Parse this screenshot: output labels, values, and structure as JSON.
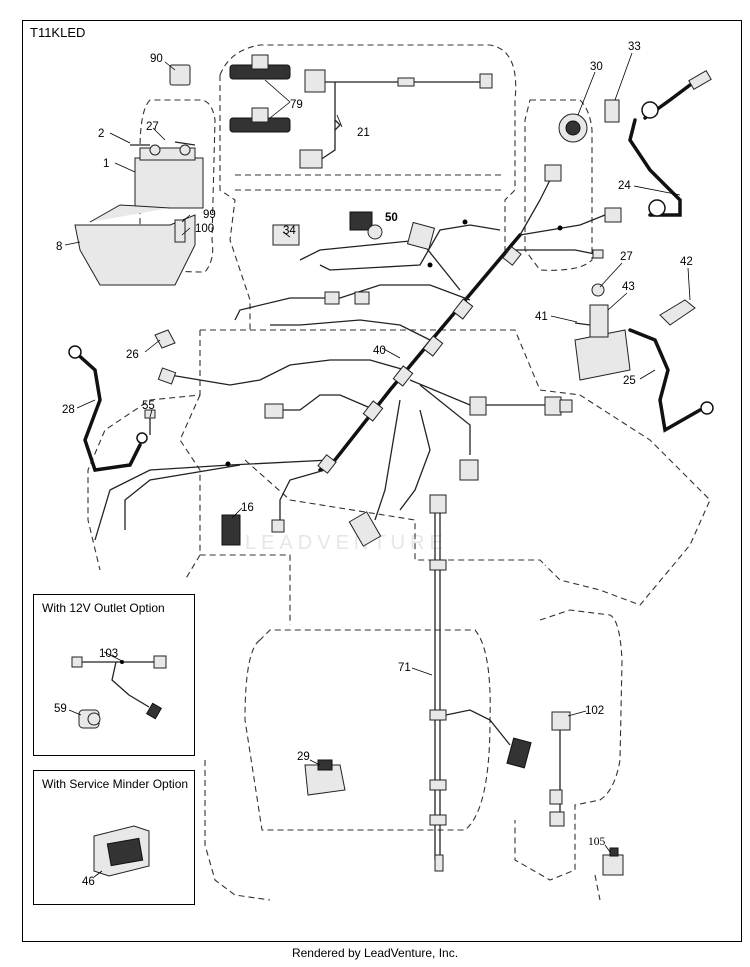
{
  "model_code": "T11KLED",
  "footer_text": "Rendered by LeadVenture, Inc.",
  "watermark_text": "LEADVENTURE",
  "option_boxes": {
    "outlet": {
      "title": "With 12V Outlet Option",
      "labels": [
        "103",
        "59"
      ]
    },
    "minder": {
      "title": "With Service Minder Option",
      "labels": [
        "46"
      ]
    }
  },
  "part_labels": {
    "p90": "90",
    "p79": "79",
    "p21": "21",
    "p30": "30",
    "p33": "33",
    "p2": "2",
    "p27a": "27",
    "p1": "1",
    "p99": "99",
    "p100": "100",
    "p8": "8",
    "p24": "24",
    "p34": "34",
    "p50": "50",
    "p27b": "27",
    "p42": "42",
    "p43": "43",
    "p41": "41",
    "p26": "26",
    "p40": "40",
    "p25": "25",
    "p28": "28",
    "p55": "55",
    "p16": "16",
    "p71": "71",
    "p102": "102",
    "p29": "29",
    "p105": "105"
  },
  "colors": {
    "line": "#000000",
    "dashed_outline": "#333333",
    "watermark": "#e6e6e6"
  }
}
